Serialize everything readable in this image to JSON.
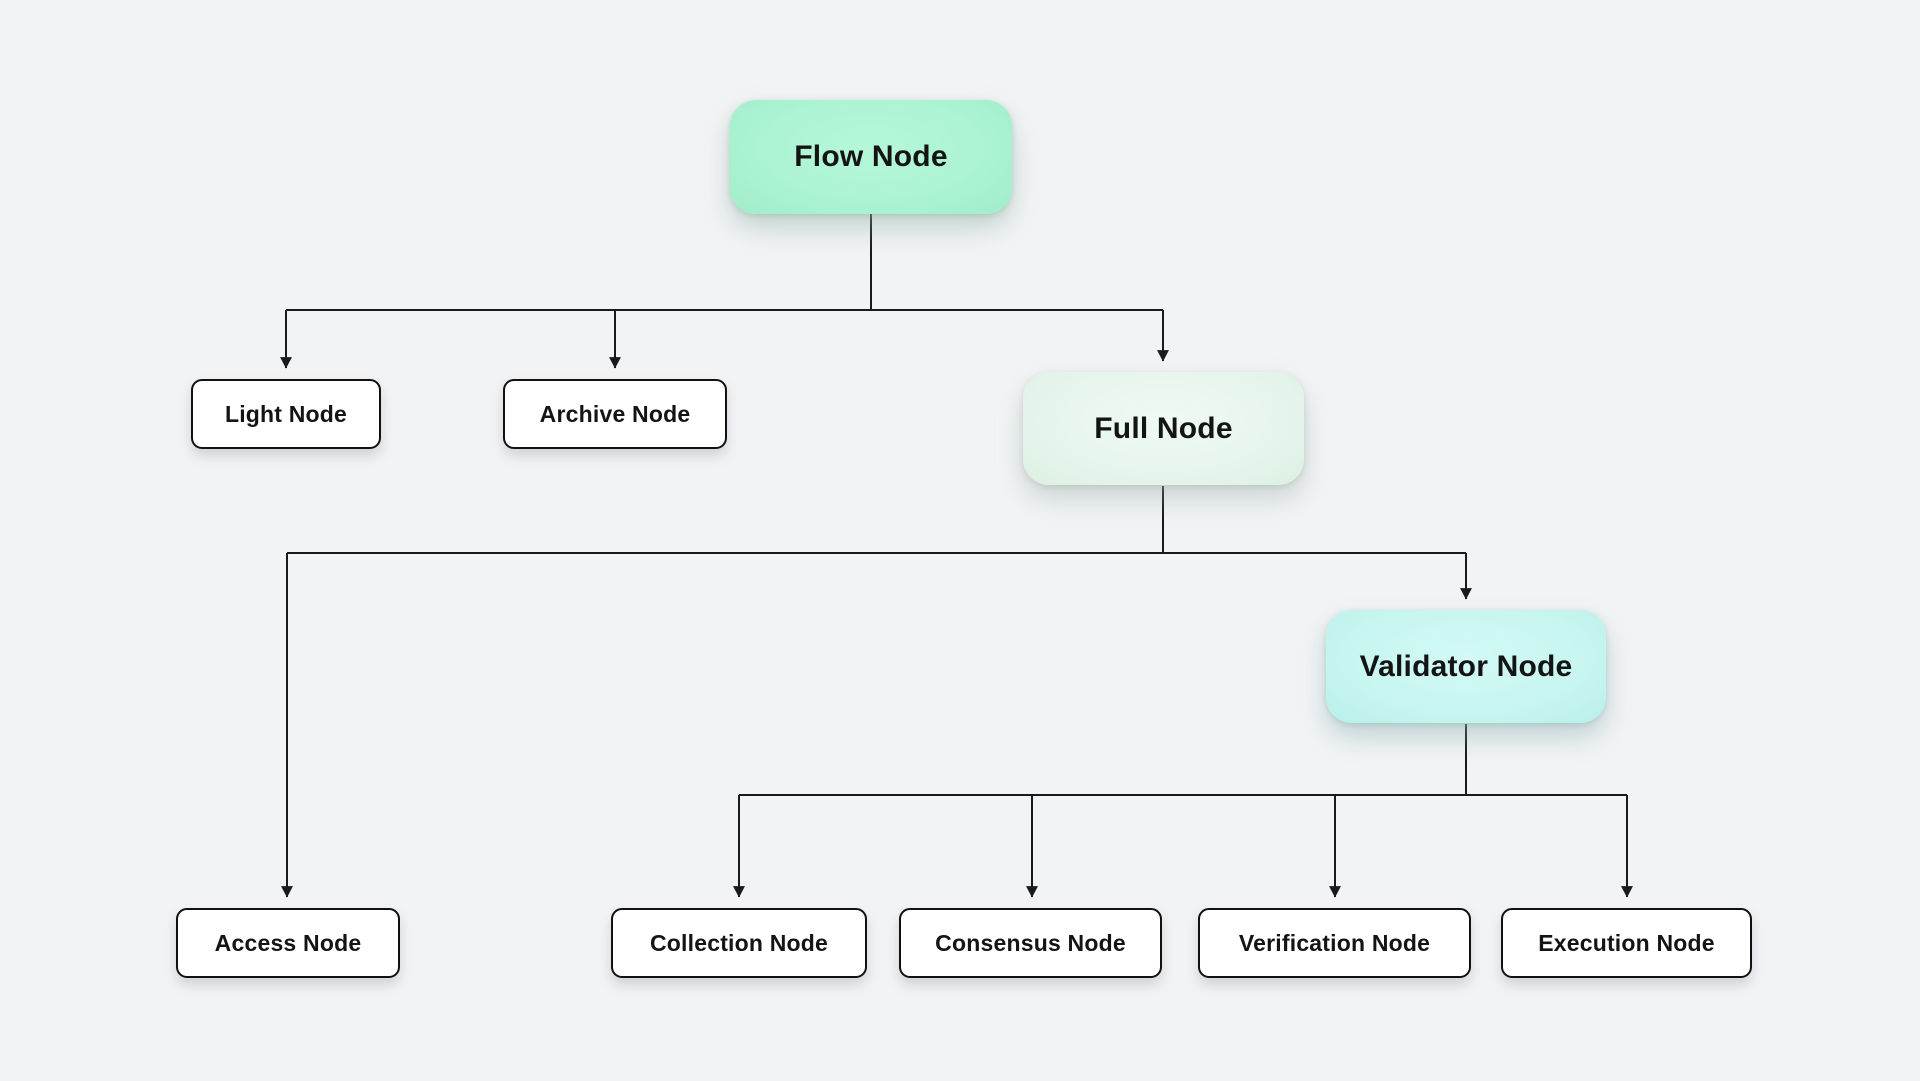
{
  "canvas": {
    "background_color": "#f2f3f5",
    "line_color": "#1a1a1a",
    "text_color": "#141414"
  },
  "diagram": {
    "type": "flowchart-tree",
    "nodes": {
      "flow": {
        "label": "Flow Node",
        "fill": "#aaf3d2",
        "style": "highlight-mint"
      },
      "light": {
        "label": "Light Node",
        "fill": "#ffffff",
        "style": "outlined-white"
      },
      "archive": {
        "label": "Archive Node",
        "fill": "#ffffff",
        "style": "outlined-white"
      },
      "full": {
        "label": "Full Node",
        "fill": "#e6f5ec",
        "style": "highlight-pale-green"
      },
      "validator": {
        "label": "Validator Node",
        "fill": "#c7f5f0",
        "style": "highlight-cyan"
      },
      "access": {
        "label": "Access Node",
        "fill": "#ffffff",
        "style": "outlined-white"
      },
      "collection": {
        "label": "Collection Node",
        "fill": "#ffffff",
        "style": "outlined-white"
      },
      "consensus": {
        "label": "Consensus Node",
        "fill": "#ffffff",
        "style": "outlined-white"
      },
      "verification": {
        "label": "Verification Node",
        "fill": "#ffffff",
        "style": "outlined-white"
      },
      "execution": {
        "label": "Execution Node",
        "fill": "#ffffff",
        "style": "outlined-white"
      }
    },
    "edges": [
      {
        "from": "Flow Node",
        "to": "Light Node"
      },
      {
        "from": "Flow Node",
        "to": "Archive Node"
      },
      {
        "from": "Flow Node",
        "to": "Full Node"
      },
      {
        "from": "Full Node",
        "to": "Access Node"
      },
      {
        "from": "Full Node",
        "to": "Validator Node"
      },
      {
        "from": "Validator Node",
        "to": "Collection Node"
      },
      {
        "from": "Validator Node",
        "to": "Consensus Node"
      },
      {
        "from": "Validator Node",
        "to": "Verification Node"
      },
      {
        "from": "Validator Node",
        "to": "Execution Node"
      }
    ]
  }
}
